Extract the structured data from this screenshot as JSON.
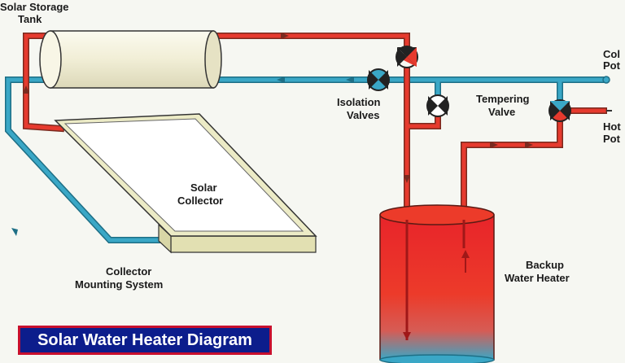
{
  "title": "Solar Water Heater Diagram",
  "labels": {
    "tank_line1": "Solar Storage",
    "tank_line2": "Tank",
    "collector_line1": "Solar",
    "collector_line2": "Collector",
    "mounting_line1": "Collector",
    "mounting_line2": "Mounting System",
    "isolation_line1": "Isolation",
    "isolation_line2": "Valves",
    "tempering_line1": "Tempering",
    "tempering_line2": "Valve",
    "backup_line1": "Backup",
    "backup_line2": "Water Heater",
    "cold_line1": "Col",
    "cold_line2": "Pot",
    "hot_line1": "Hot",
    "hot_line2": "Pot"
  },
  "colors": {
    "hot_pipe": "#e63a2e",
    "cold_pipe": "#3aa7c6",
    "pipe_outline": "#7a2a1f",
    "tank_fill": "#f4f1dc",
    "collector_fill": "#ffffff",
    "frame_fill": "#ecebc6",
    "caption_bg": "#0c1d8c",
    "caption_border": "#c8102e"
  }
}
